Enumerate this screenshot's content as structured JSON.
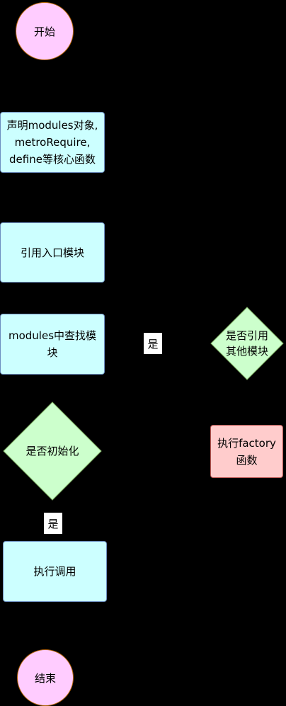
{
  "nodes": {
    "start": "开始",
    "declare": {
      "line1": "声明modules对象,",
      "line2": "metroRequire,",
      "line3": "define等核心函数"
    },
    "entry": "引用入口模块",
    "find": {
      "line1": "modules中查找模",
      "line2": "块"
    },
    "is_initialized": "是否初始化",
    "execute_call": "执行调用",
    "end": "结束",
    "references_other": {
      "line1": "是否引用",
      "line2": "其他模块"
    },
    "execute_factory": {
      "line1": "执行factory",
      "line2": "函数"
    }
  },
  "edge_labels": {
    "yes_references": "是",
    "yes_initialized": "是"
  },
  "colors": {
    "background": "#000000",
    "terminal_fill": "#ffccff",
    "process_fill": "#ccffff",
    "decision_fill": "#ccffcc",
    "factory_fill": "#ffcccc"
  }
}
